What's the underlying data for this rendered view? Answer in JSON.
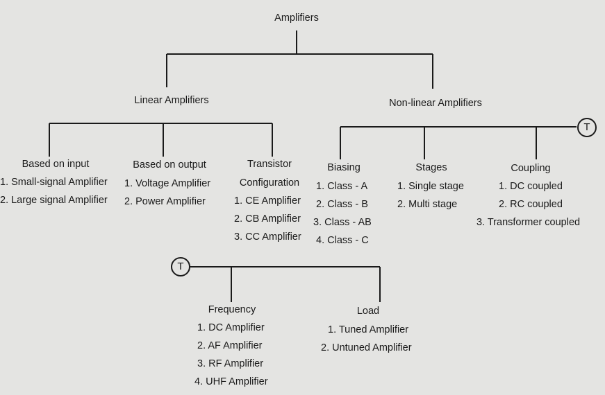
{
  "root": "Amplifiers",
  "branches": {
    "linear": "Linear Amplifiers",
    "nonlinear": "Non-linear Amplifiers"
  },
  "connector_symbol": "T",
  "linear_groups": [
    {
      "title": "Based on input",
      "items": [
        "1. Small-signal Amplifier",
        "2. Large signal Amplifier"
      ]
    },
    {
      "title": "Based on output",
      "items": [
        "1. Voltage Amplifier",
        "2. Power Amplifier"
      ]
    },
    {
      "title": "Transistor",
      "title2": "Configuration",
      "items": [
        "1. CE Amplifier",
        "2. CB Amplifier",
        "3. CC Amplifier"
      ]
    }
  ],
  "nonlinear_groups": [
    {
      "title": "Biasing",
      "items": [
        "1. Class - A",
        "2. Class - B",
        "3. Class - AB",
        "4. Class - C"
      ]
    },
    {
      "title": "Stages",
      "items": [
        "1. Single stage",
        "2. Multi stage"
      ]
    },
    {
      "title": "Coupling",
      "items": [
        "1. DC coupled",
        "2. RC coupled",
        "3. Transformer coupled"
      ]
    }
  ],
  "continued_groups": [
    {
      "title": "Frequency",
      "items": [
        "1. DC Amplifier",
        "2. AF Amplifier",
        "3. RF Amplifier",
        "4. UHF Amplifier"
      ]
    },
    {
      "title": "Load",
      "items": [
        "1. Tuned Amplifier",
        "2. Untuned Amplifier"
      ]
    }
  ]
}
